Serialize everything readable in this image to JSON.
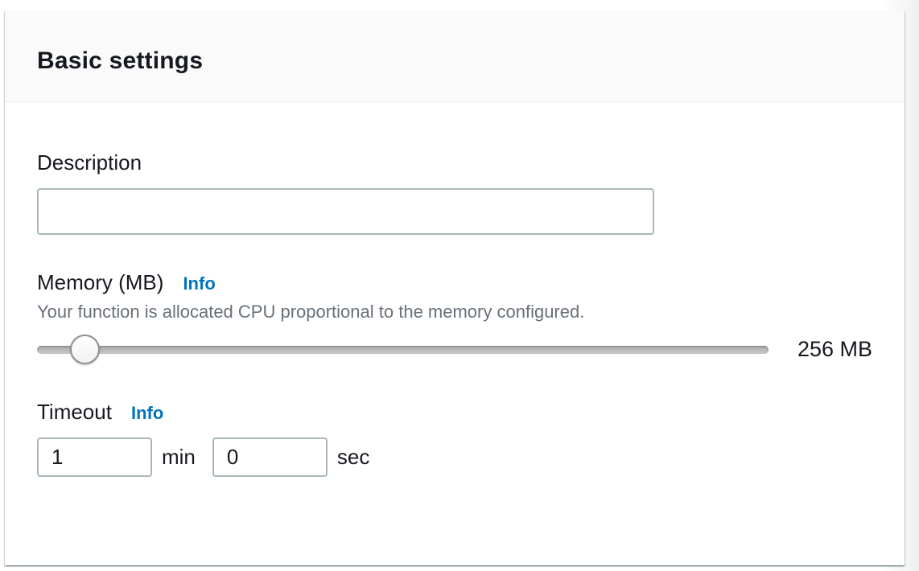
{
  "panel": {
    "title": "Basic settings"
  },
  "fields": {
    "description": {
      "label": "Description",
      "value": ""
    },
    "memory": {
      "label": "Memory (MB)",
      "info": "Info",
      "help": "Your function is allocated CPU proportional to the memory configured.",
      "value_display": "256 MB",
      "slider_percent": 4.5
    },
    "timeout": {
      "label": "Timeout",
      "info": "Info",
      "minutes_value": "1",
      "minutes_unit": "min",
      "seconds_value": "0",
      "seconds_unit": "sec"
    }
  },
  "colors": {
    "link_blue": "#0073bb",
    "text_dark": "#16191f",
    "text_muted": "#687078",
    "input_border": "#aab7b8",
    "header_bg": "#fafafa",
    "divider": "#eaeded"
  }
}
